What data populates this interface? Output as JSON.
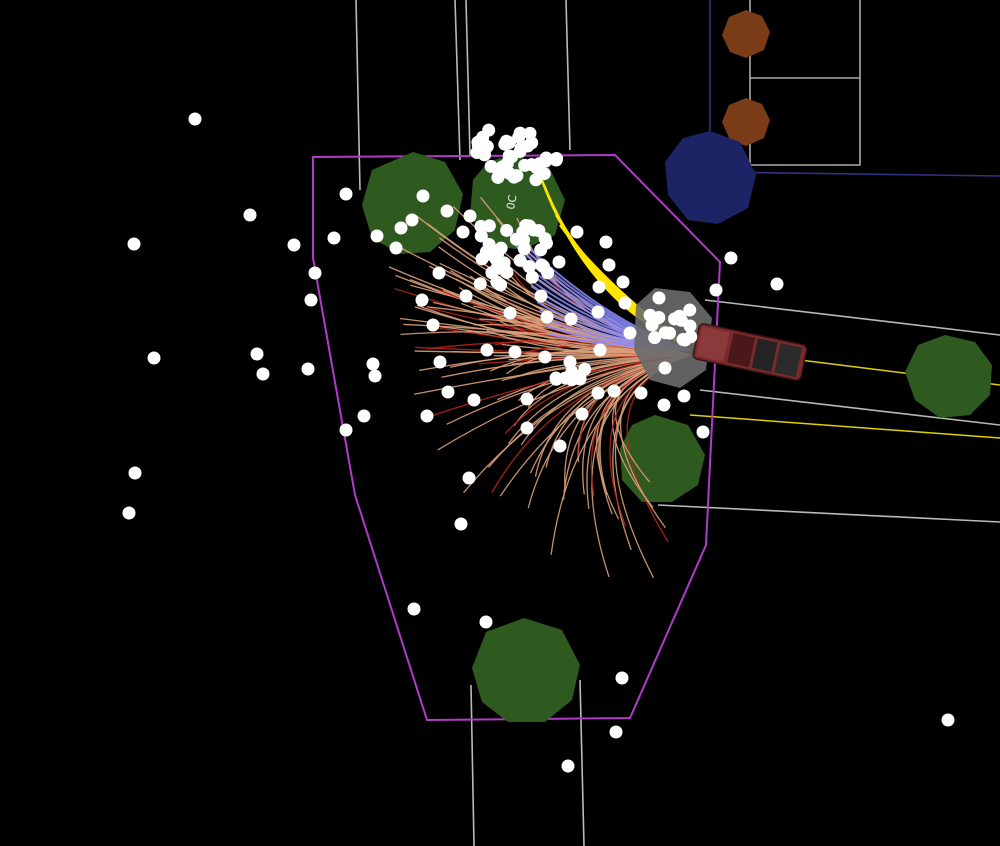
{
  "scene": {
    "colors": {
      "background": "#000000",
      "lane_line": "#d9d9d9",
      "drivable_region": "#b13bc8",
      "tree": "#2f5a1f",
      "traffic_light_orange": "#7a3c16",
      "traffic_light_blue": "#1d2466",
      "obstacle_point": "#ffffff",
      "candidate_path_warm": "#d9a07a",
      "candidate_path_red": "#b3231c",
      "candidate_path_blue": "#8a8cff",
      "selected_path": "#ffe400",
      "ego_vehicle": "#7a2a2a",
      "reference_line": "#e0d000"
    },
    "labels": [
      {
        "name": "obstacle-id-label",
        "text": "0C"
      }
    ],
    "trees": 5,
    "traffic_lights": [
      {
        "name": "traffic-light-orange-1",
        "color": "orange"
      },
      {
        "name": "traffic-light-orange-2",
        "color": "orange"
      },
      {
        "name": "traffic-light-blue",
        "color": "blue"
      }
    ],
    "ego_vehicle": {
      "type": "pickup-truck",
      "heading": "left"
    }
  }
}
